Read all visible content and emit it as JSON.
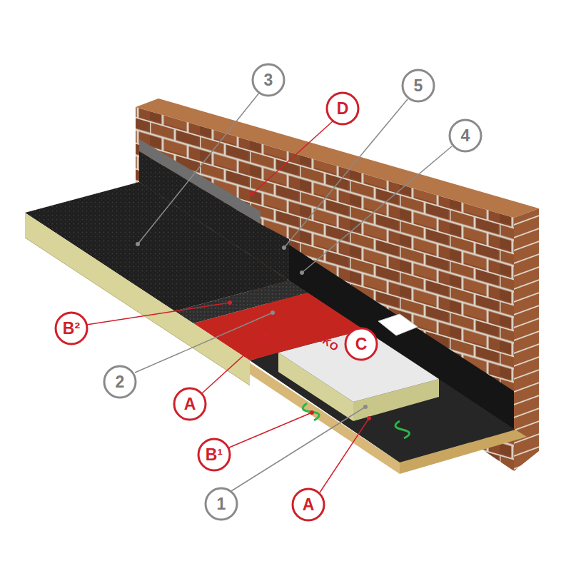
{
  "diagram": {
    "labels": [
      "3",
      "D",
      "5",
      "4",
      "B²",
      "2",
      "A",
      "C",
      "1",
      "B¹",
      "A",
      "IKO"
    ]
  }
}
